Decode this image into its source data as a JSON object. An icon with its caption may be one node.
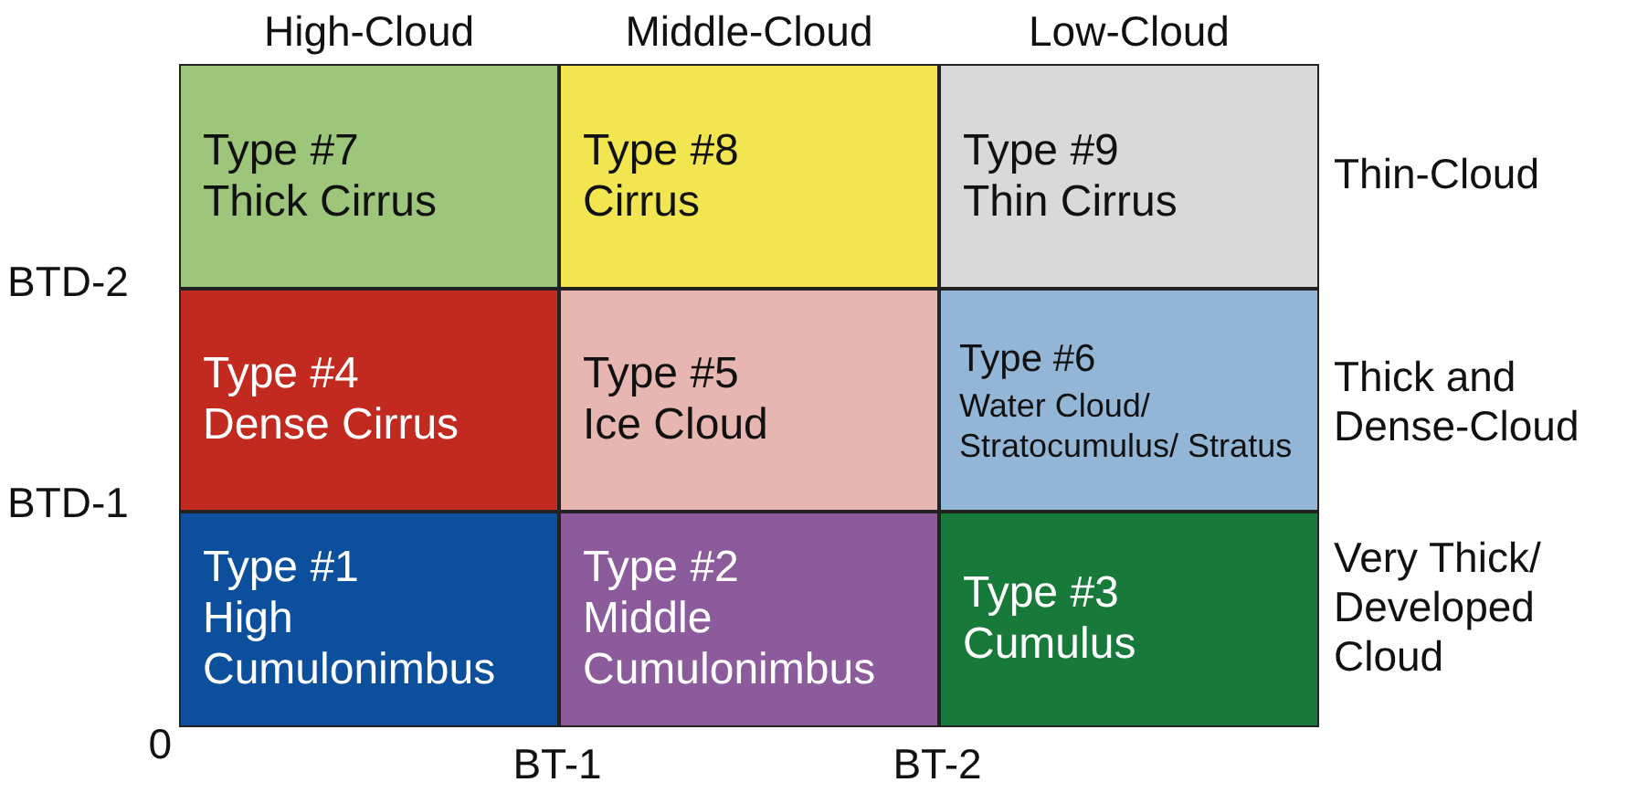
{
  "diagram": {
    "nodes": [
      {
        "text": [
          "Type #7",
          "Thick Cirrus"
        ]
      },
      {
        "text": [
          "Type #8",
          "Cirrus"
        ]
      },
      {
        "text": [
          "Type #9",
          "Thin Cirrus"
        ]
      },
      {
        "text": [
          "Type #4",
          "Dense Cirrus"
        ]
      },
      {
        "text": [
          "Type #5",
          "Ice Cloud"
        ]
      },
      {
        "text": [
          "Type #6",
          "Water Cloud/ Stratocumulus/ Stratus"
        ]
      },
      {
        "text": [
          "Type #1",
          "High Cumulonimbus"
        ]
      },
      {
        "text": [
          "Type #2",
          "Middle Cumulonimbus"
        ]
      },
      {
        "text": [
          "Type #3",
          "Cumulus"
        ]
      }
    ],
    "labels": [
      "High-Cloud",
      "Middle-Cloud",
      "Low-Cloud",
      "Thin-Cloud",
      "BTD-2",
      "Thick and Dense-Cloud",
      "BTD-1",
      "Very Thick/ Developed Cloud",
      "0",
      "BT-1",
      "BT-2"
    ]
  }
}
